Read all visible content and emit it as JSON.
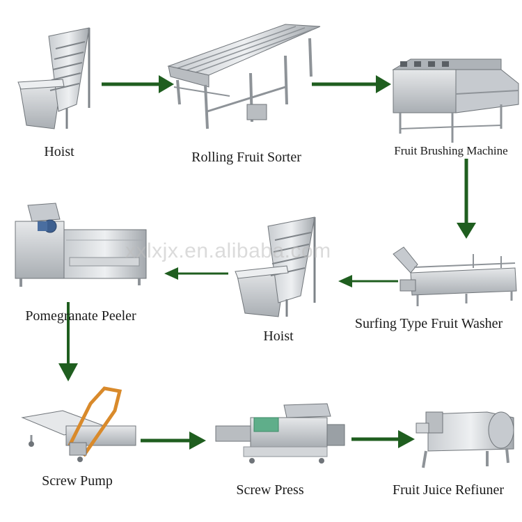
{
  "colors": {
    "arrow": "#1f5e1f",
    "steel_light": "#d9dcdf",
    "steel_mid": "#b9bdc1",
    "steel_dark": "#8e9398",
    "steel_edge": "#6f7479",
    "motor_blue": "#3d5f8f",
    "orange_handle": "#d98a2b",
    "green_motor": "#5fae8a"
  },
  "nodes": [
    {
      "id": "hoist-1",
      "label": "Hoist",
      "icon": "incline-conveyor-icon"
    },
    {
      "id": "rolling-fruit-sorter",
      "label": "Rolling Fruit Sorter",
      "icon": "roller-sorter-icon"
    },
    {
      "id": "fruit-brushing-machine",
      "label": "Fruit Brushing Machine",
      "icon": "brushing-machine-icon"
    },
    {
      "id": "surfing-type-fruit-washer",
      "label": "Surfing Type Fruit Washer",
      "icon": "bubble-washer-icon"
    },
    {
      "id": "hoist-2",
      "label": "Hoist",
      "icon": "incline-conveyor-icon"
    },
    {
      "id": "pomegranate-peeler",
      "label": "Pomegranate Peeler",
      "icon": "peeler-machine-icon"
    },
    {
      "id": "screw-pump",
      "label": "Screw Pump",
      "icon": "screw-pump-icon"
    },
    {
      "id": "screw-press",
      "label": "Screw Press",
      "icon": "screw-press-icon"
    },
    {
      "id": "fruit-juice-refiner",
      "label": "Fruit Juice Refiuner",
      "icon": "juice-refiner-icon"
    }
  ],
  "edges": [
    {
      "from": "hoist-1",
      "to": "rolling-fruit-sorter"
    },
    {
      "from": "rolling-fruit-sorter",
      "to": "fruit-brushing-machine"
    },
    {
      "from": "fruit-brushing-machine",
      "to": "surfing-type-fruit-washer"
    },
    {
      "from": "surfing-type-fruit-washer",
      "to": "hoist-2"
    },
    {
      "from": "hoist-2",
      "to": "pomegranate-peeler"
    },
    {
      "from": "pomegranate-peeler",
      "to": "screw-pump"
    },
    {
      "from": "screw-pump",
      "to": "screw-press"
    },
    {
      "from": "screw-press",
      "to": "fruit-juice-refiner"
    }
  ],
  "watermark": "xxlxjx.en.alibaba.com"
}
